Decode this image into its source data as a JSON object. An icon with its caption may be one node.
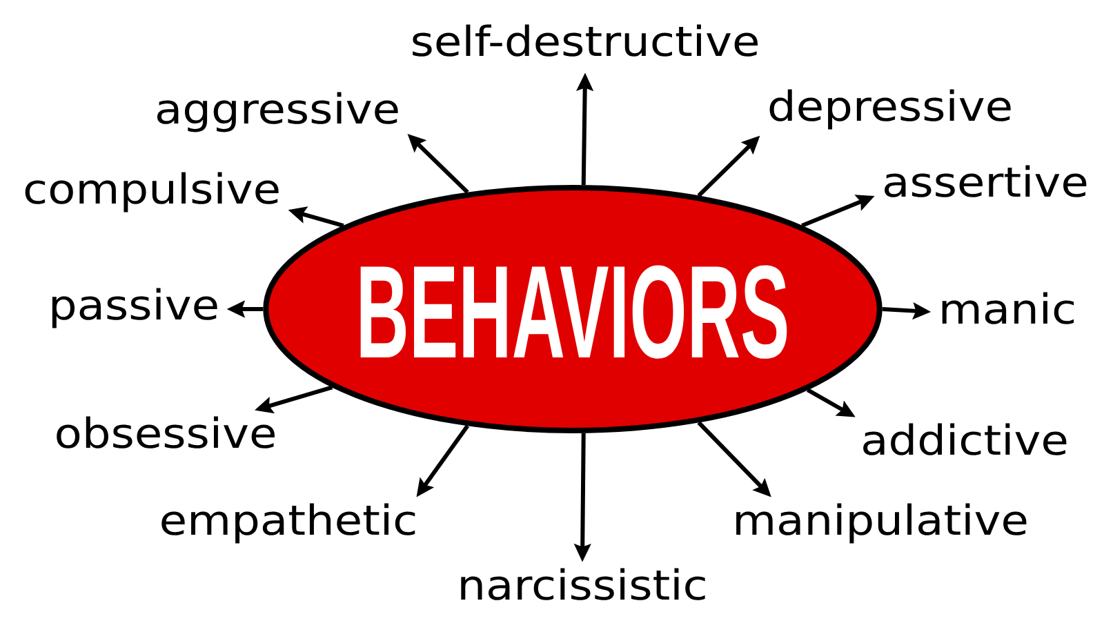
{
  "diagram": {
    "nodes": [
      {
        "text": [
          "BEHAVIORS"
        ]
      },
      {
        "text": [
          "self-destructive"
        ]
      },
      {
        "text": [
          "aggressive"
        ]
      },
      {
        "text": [
          "depressive"
        ]
      },
      {
        "text": [
          "compulsive"
        ]
      },
      {
        "text": [
          "assertive"
        ]
      },
      {
        "text": [
          "passive"
        ]
      },
      {
        "text": [
          "manic"
        ]
      },
      {
        "text": [
          "obsessive"
        ]
      },
      {
        "text": [
          "addictive"
        ]
      },
      {
        "text": [
          "empathetic"
        ]
      },
      {
        "text": [
          "manipulative"
        ]
      },
      {
        "text": [
          "narcissistic"
        ]
      }
    ],
    "edges": [
      {
        "from": 0,
        "to": 1,
        "arrow": "to"
      },
      {
        "from": 0,
        "to": 2,
        "arrow": "to"
      },
      {
        "from": 0,
        "to": 3,
        "arrow": "to"
      },
      {
        "from": 0,
        "to": 4,
        "arrow": "to"
      },
      {
        "from": 0,
        "to": 5,
        "arrow": "to"
      },
      {
        "from": 0,
        "to": 6,
        "arrow": "to"
      },
      {
        "from": 0,
        "to": 7,
        "arrow": "to"
      },
      {
        "from": 0,
        "to": 8,
        "arrow": "to"
      },
      {
        "from": 0,
        "to": 9,
        "arrow": "to"
      },
      {
        "from": 0,
        "to": 10,
        "arrow": "to"
      },
      {
        "from": 0,
        "to": 11,
        "arrow": "to"
      },
      {
        "from": 0,
        "to": 12,
        "arrow": "to"
      }
    ]
  }
}
